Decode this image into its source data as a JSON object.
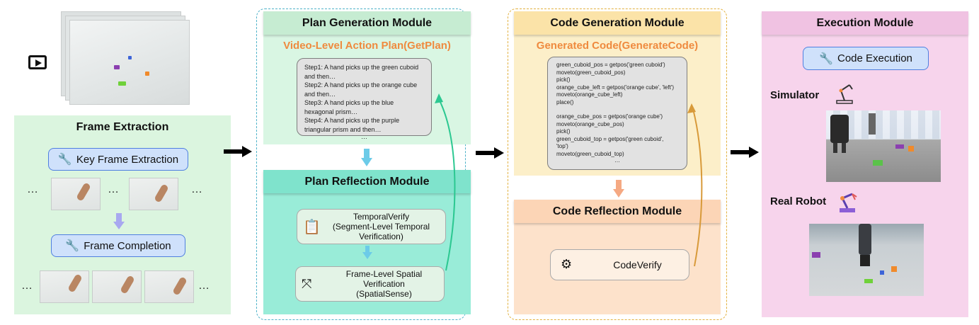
{
  "frame_extraction": {
    "title": "Frame Extraction",
    "key_frame_label": "Key Frame Extraction",
    "frame_completion_label": "Frame Completion",
    "ellipsis": "…"
  },
  "plan_generation": {
    "title": "Plan Generation Module",
    "subtitle": "Video-Level Action Plan(GetPlan)",
    "steps": [
      "Step1: A hand picks up the green cuboid",
      "and then…",
      "Step2: A hand picks up the orange cube",
      "and then…",
      "Step3: A hand picks up the blue",
      "hexagonal prism…",
      "Step4: A hand picks up the purple",
      "triangular prism and then…",
      "…"
    ]
  },
  "plan_reflection": {
    "title": "Plan Reflection Module",
    "temporal_verify": [
      "TemporalVerify",
      "(Segment-Level Temporal",
      "Verification)"
    ],
    "spatial_verify": [
      "Frame-Level Spatial",
      "Verification",
      "(SpatialSense)"
    ]
  },
  "code_generation": {
    "title": "Code Generation Module",
    "subtitle": "Generated Code(GenerateCode)",
    "code_lines": [
      "green_cuboid_pos = getpos('green cuboid')",
      "moveto(green_cuboid_pos)",
      "pick()",
      "orange_cube_left = getpos('orange cube', 'left')",
      "moveto(orange_cube_left)",
      "place()",
      "",
      "orange_cube_pos = getpos('orange cube')",
      "moveto(orange_cube_pos)",
      "pick()",
      "green_cuboid_top = getpos('green cuboid',",
      "'top')",
      "moveto(green_cuboid_top)",
      "…"
    ]
  },
  "code_reflection": {
    "title": "Code Reflection Module",
    "verify_label": "CodeVerify"
  },
  "execution": {
    "title": "Execution Module",
    "code_execution_label": "Code Execution",
    "simulator_label": "Simulator",
    "real_robot_label": "Real Robot"
  },
  "icons": {
    "video": "play-icon",
    "tool": "wrench-icon",
    "verify": "clipboard-search-icon",
    "spatial": "directions-icon",
    "code": "code-window-gear-icon",
    "robot": "robot-arm-icon"
  },
  "colors": {
    "plan_arrow": "#2cc891",
    "code_arrow": "#d89a3a",
    "pill_border": "#4f7fe0",
    "orange_subtitle": "#ef8a3e"
  }
}
